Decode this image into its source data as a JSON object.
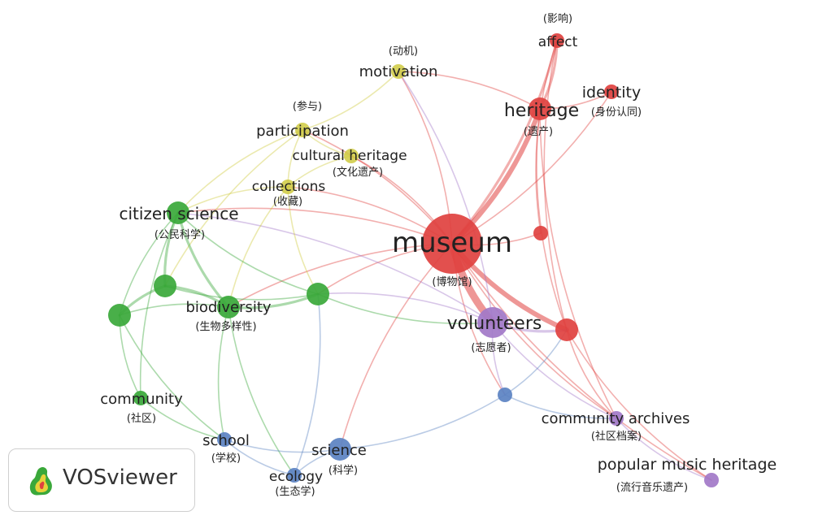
{
  "colors": {
    "red": "#e0413f",
    "yellow": "#cfca3f",
    "green": "#3aa83a",
    "blue": "#5b82c2",
    "purple": "#a278c8"
  },
  "nodes": [
    {
      "id": "museum",
      "cluster": "red",
      "size": "xl",
      "label": "museum",
      "sublabel": "(博物馆)"
    },
    {
      "id": "heritage",
      "cluster": "red",
      "size": "m",
      "label": "heritage",
      "sublabel": "(遗产)"
    },
    {
      "id": "affect",
      "cluster": "red",
      "size": "s",
      "label": "affect",
      "sublabel": "(影响)"
    },
    {
      "id": "identity",
      "cluster": "red",
      "size": "s",
      "label": "identity",
      "sublabel": "(身份认同)"
    },
    {
      "id": "red_small",
      "cluster": "red",
      "size": "s",
      "label": "",
      "sublabel": ""
    },
    {
      "id": "red_mid",
      "cluster": "red",
      "size": "m",
      "label": "",
      "sublabel": ""
    },
    {
      "id": "motivation",
      "cluster": "yellow",
      "size": "s",
      "label": "motivation",
      "sublabel": "(动机)"
    },
    {
      "id": "participation",
      "cluster": "yellow",
      "size": "s",
      "label": "participation",
      "sublabel": "(参与)"
    },
    {
      "id": "cultural_heritage",
      "cluster": "yellow",
      "size": "s",
      "label": "cultural heritage",
      "sublabel": "(文化遗产)"
    },
    {
      "id": "collections",
      "cluster": "yellow",
      "size": "s",
      "label": "collections",
      "sublabel": "(收藏)"
    },
    {
      "id": "citizen_science",
      "cluster": "green",
      "size": "m",
      "label": "citizen science",
      "sublabel": "(公民科学)"
    },
    {
      "id": "biodiversity",
      "cluster": "green",
      "size": "m",
      "label": "biodiversity",
      "sublabel": "(生物多样性)"
    },
    {
      "id": "green_a",
      "cluster": "green",
      "size": "m",
      "label": "",
      "sublabel": ""
    },
    {
      "id": "green_b",
      "cluster": "green",
      "size": "m",
      "label": "",
      "sublabel": ""
    },
    {
      "id": "green_c",
      "cluster": "green",
      "size": "m",
      "label": "",
      "sublabel": ""
    },
    {
      "id": "community",
      "cluster": "green",
      "size": "s",
      "label": "community",
      "sublabel": "(社区)"
    },
    {
      "id": "volunteers",
      "cluster": "purple",
      "size": "l",
      "label": "volunteers",
      "sublabel": "(志愿者)"
    },
    {
      "id": "community_archives",
      "cluster": "purple",
      "size": "s",
      "label": "community archives",
      "sublabel": "(社区档案)"
    },
    {
      "id": "popular_music_heritage",
      "cluster": "purple",
      "size": "s",
      "label": "popular music heritage",
      "sublabel": "(流行音乐遗产)"
    },
    {
      "id": "school",
      "cluster": "blue",
      "size": "s",
      "label": "school",
      "sublabel": "(学校)"
    },
    {
      "id": "science",
      "cluster": "blue",
      "size": "m",
      "label": "science",
      "sublabel": "(科学)"
    },
    {
      "id": "ecology",
      "cluster": "blue",
      "size": "s",
      "label": "ecology",
      "sublabel": "(生态学)"
    },
    {
      "id": "blue_small",
      "cluster": "blue",
      "size": "s",
      "label": "",
      "sublabel": ""
    }
  ],
  "links": [
    [
      "museum",
      "heritage",
      3
    ],
    [
      "museum",
      "affect",
      2
    ],
    [
      "museum",
      "identity",
      1
    ],
    [
      "museum",
      "volunteers",
      4
    ],
    [
      "museum",
      "red_mid",
      3
    ],
    [
      "museum",
      "red_small",
      1
    ],
    [
      "museum",
      "motivation",
      1
    ],
    [
      "museum",
      "participation",
      1
    ],
    [
      "museum",
      "cultural_heritage",
      1
    ],
    [
      "museum",
      "collections",
      1
    ],
    [
      "museum",
      "citizen_science",
      1
    ],
    [
      "museum",
      "biodiversity",
      1
    ],
    [
      "museum",
      "science",
      1
    ],
    [
      "museum",
      "community_archives",
      1
    ],
    [
      "museum",
      "popular_music_heritage",
      1
    ],
    [
      "museum",
      "blue_small",
      1
    ],
    [
      "museum",
      "green_c",
      1
    ],
    [
      "heritage",
      "affect",
      2
    ],
    [
      "heritage",
      "identity",
      1
    ],
    [
      "heritage",
      "motivation",
      1
    ],
    [
      "heritage",
      "red_mid",
      1
    ],
    [
      "heritage",
      "community_archives",
      1
    ],
    [
      "affect",
      "red_mid",
      1
    ],
    [
      "affect",
      "red_small",
      1
    ],
    [
      "volunteers",
      "red_mid",
      2
    ],
    [
      "volunteers",
      "motivation",
      1
    ],
    [
      "volunteers",
      "citizen_science",
      1
    ],
    [
      "volunteers",
      "green_c",
      1
    ],
    [
      "volunteers",
      "community_archives",
      1
    ],
    [
      "volunteers",
      "blue_small",
      1
    ],
    [
      "red_mid",
      "community_archives",
      1
    ],
    [
      "red_mid",
      "popular_music_heritage",
      1
    ],
    [
      "participation",
      "citizen_science",
      1
    ],
    [
      "participation",
      "motivation",
      1
    ],
    [
      "participation",
      "cultural_heritage",
      1
    ],
    [
      "participation",
      "collections",
      1
    ],
    [
      "participation",
      "green_a",
      1
    ],
    [
      "collections",
      "citizen_science",
      1
    ],
    [
      "collections",
      "biodiversity",
      1
    ],
    [
      "collections",
      "green_c",
      1
    ],
    [
      "cultural_heritage",
      "collections",
      1
    ],
    [
      "citizen_science",
      "biodiversity",
      2
    ],
    [
      "citizen_science",
      "green_a",
      2
    ],
    [
      "citizen_science",
      "green_b",
      1
    ],
    [
      "citizen_science",
      "green_c",
      1
    ],
    [
      "citizen_science",
      "community",
      1
    ],
    [
      "biodiversity",
      "green_a",
      2
    ],
    [
      "biodiversity",
      "green_b",
      1
    ],
    [
      "biodiversity",
      "green_c",
      2
    ],
    [
      "green_a",
      "green_b",
      2
    ],
    [
      "green_a",
      "green_c",
      1
    ],
    [
      "green_b",
      "community",
      1
    ],
    [
      "green_b",
      "school",
      1
    ],
    [
      "biodiversity",
      "school",
      1
    ],
    [
      "biodiversity",
      "ecology",
      1
    ],
    [
      "community",
      "school",
      1
    ],
    [
      "school",
      "ecology",
      1
    ],
    [
      "school",
      "science",
      1
    ],
    [
      "science",
      "ecology",
      1
    ],
    [
      "science",
      "blue_small",
      1
    ],
    [
      "ecology",
      "green_c",
      1
    ],
    [
      "blue_small",
      "community_archives",
      1
    ],
    [
      "blue_small",
      "red_mid",
      1
    ],
    [
      "community_archives",
      "popular_music_heritage",
      1
    ],
    [
      "green_c",
      "volunteers",
      1
    ]
  ],
  "logo": {
    "text": "VOSviewer"
  }
}
